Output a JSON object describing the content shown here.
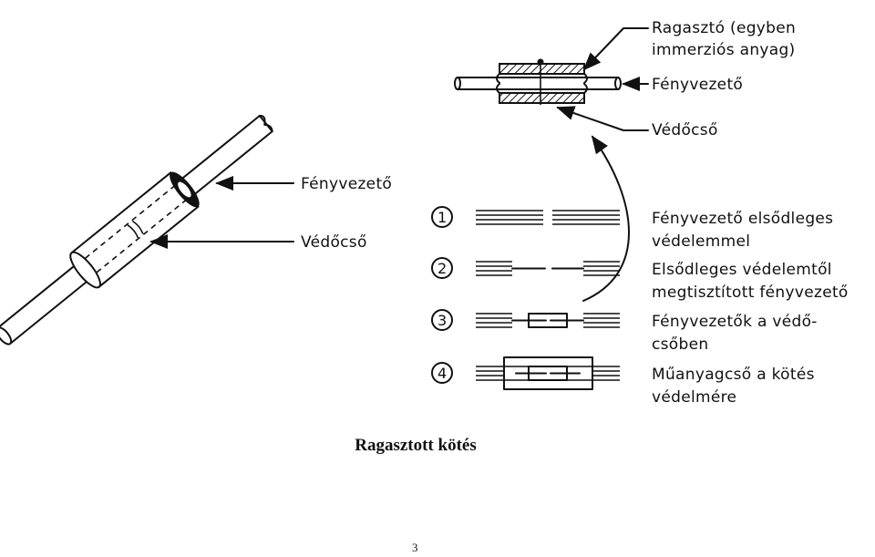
{
  "left_figure": {
    "fiber_label": "Fényvezető",
    "tube_label": "Védőcső"
  },
  "top_figure": {
    "adhesive_label_line1": "Ragasztó (egyben",
    "adhesive_label_line2": "immerziós anyag)",
    "fiber_label": "Fényvezető",
    "tube_label": "Védőcső"
  },
  "steps": [
    {
      "number": "1",
      "line1": "Fényvezető elsődleges",
      "line2": "védelemmel"
    },
    {
      "number": "2",
      "line1": "Elsődleges védelemtől",
      "line2": "megtisztított fényvezető"
    },
    {
      "number": "3",
      "line1": "Fényvezetők a védő-",
      "line2": "csőben"
    },
    {
      "number": "4",
      "line1": "Műanyagcső a kötés",
      "line2": "védelmére"
    }
  ],
  "caption": "Ragasztott kötés",
  "page_number": "3"
}
